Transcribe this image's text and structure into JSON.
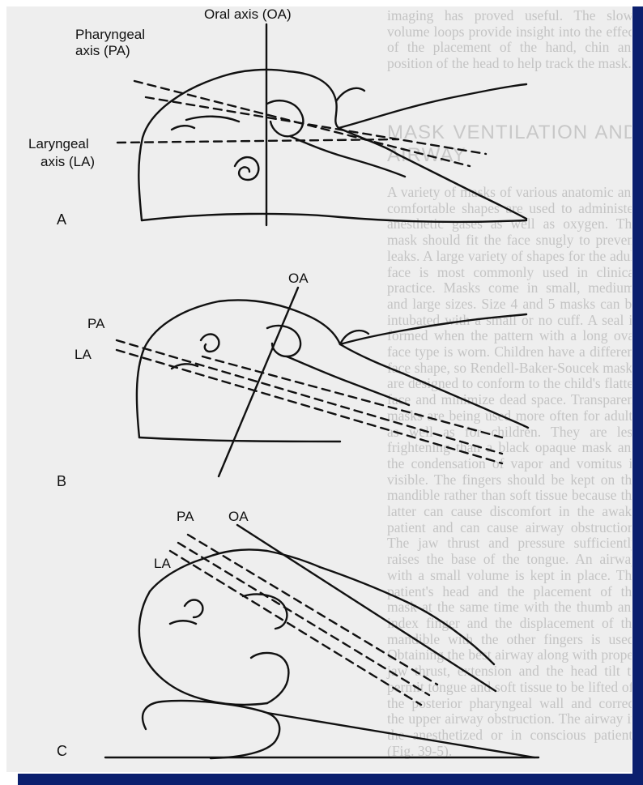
{
  "figure": {
    "panel_a": {
      "letter": "A",
      "oral_axis": "Oral axis (OA)",
      "pharyngeal_axis_line1": "Pharyngeal",
      "pharyngeal_axis_line2": "axis (PA)",
      "laryngeal_axis_line1": "Laryngeal",
      "laryngeal_axis_line2": "axis (LA)"
    },
    "panel_b": {
      "letter": "B",
      "oral_axis": "OA",
      "pharyngeal_axis": "PA",
      "laryngeal_axis": "LA"
    },
    "panel_c": {
      "letter": "C",
      "oral_axis": "OA",
      "pharyngeal_axis": "PA",
      "laryngeal_axis": "LA"
    }
  },
  "background_text": {
    "top": "imaging has proved useful. The slow-volume loops provide insight into the effect of the placement of the hand, chin and position of the head to help track the mask.",
    "heading": "MASK VENTILATION AND AIRWAY",
    "body": "A variety of masks of various anatomic and comfortable shapes are used to administer anesthetic gases as well as oxygen. The mask should fit the face snugly to prevent leaks. A large variety of shapes for the adult face is most commonly used in clinical practice. Masks come in small, medium, and large sizes. Size 4 and 5 masks can be intubated with a small or no cuff. A seal is formed when the pattern with a long oval face type is worn. Children have a different face shape, so Rendell-Baker-Soucek masks are designed to conform to the child's flatter face and minimize dead space. Transparent masks are being used more often for adults as well as for children. They are less frightening than a black opaque mask and the condensation of vapor and vomitus is visible. The fingers should be kept on the mandible rather than soft tissue because the latter can cause discomfort in the awake patient and can cause airway obstruction. The jaw thrust and pressure sufficiently raises the base of the tongue. An airway with a small volume is kept in place. The patient's head and the placement of the mask at the same time with the thumb and index finger and the displacement of the mandible with the other fingers is used. Obtaining the best airway along with proper jaw thrust, extension and the head tilt to permit tongue and soft tissue to be lifted off the posterior pharyngeal wall and correct the upper airway obstruction. The airway in the anesthetized or in conscious patients (Fig. 39-5)."
  }
}
